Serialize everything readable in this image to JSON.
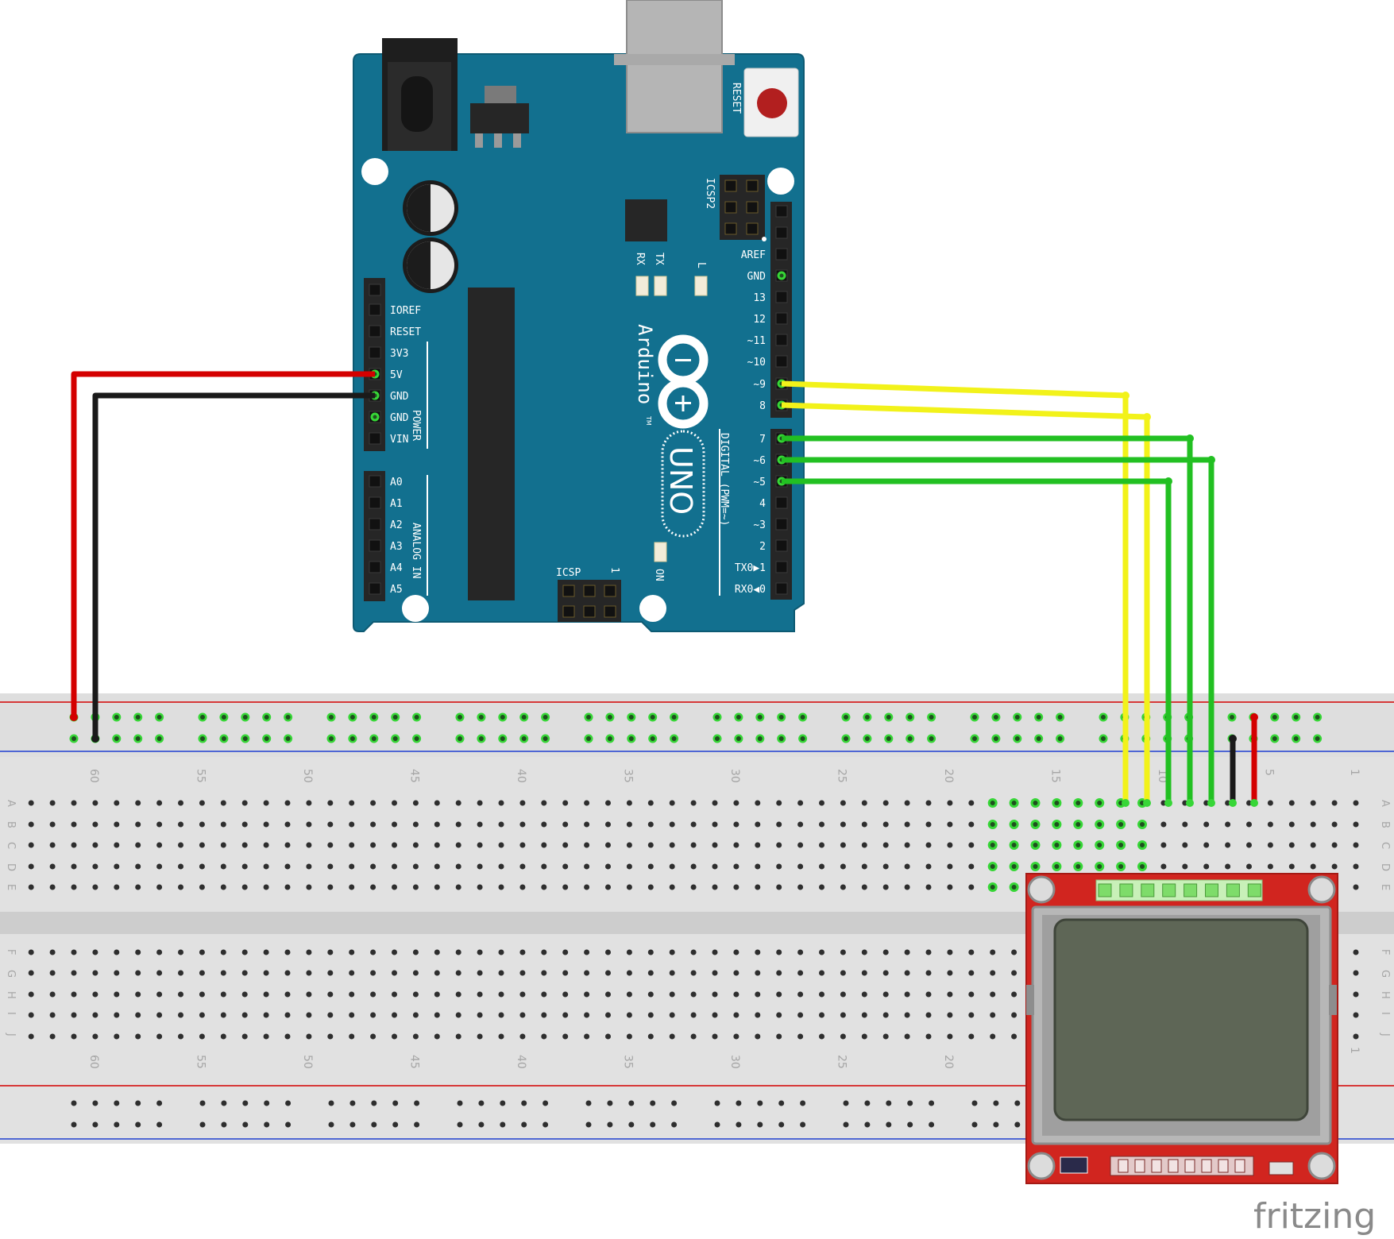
{
  "arduino": {
    "reset_label": "RESET",
    "icsp2_label": "ICSP2",
    "icsp_label": "ICSP",
    "icsp_pin1": "1",
    "tx_label": "TX",
    "rx_label": "RX",
    "l_label": "L",
    "on_label": "ON",
    "brand_label": "Arduino",
    "tm_label": "TM",
    "model_label": "UNO",
    "power_label": "POWER",
    "analog_label": "ANALOG IN",
    "digital_label": "DIGITAL (PWM=~)",
    "power_pins": [
      "IOREF",
      "RESET",
      "3V3",
      "5V",
      "GND",
      "GND",
      "VIN"
    ],
    "analog_pins": [
      "A0",
      "A1",
      "A2",
      "A3",
      "A4",
      "A5"
    ],
    "digital_pins_top": [
      "AREF",
      "GND",
      "13",
      "12",
      "~11",
      "~10",
      "~9",
      "8"
    ],
    "digital_pins_bottom": [
      "7",
      "~6",
      "~5",
      "4",
      "~3",
      "2",
      "TX0▶1",
      "RX0◀0"
    ]
  },
  "breadboard": {
    "row_letters_top": [
      "A",
      "B",
      "C",
      "D",
      "E"
    ],
    "row_letters_bottom": [
      "F",
      "G",
      "H",
      "I",
      "J"
    ],
    "column_numbers": [
      "60",
      "55",
      "50",
      "45",
      "40",
      "35",
      "30",
      "25",
      "20",
      "15",
      "10",
      "5",
      "1"
    ]
  },
  "wires": [
    {
      "name": "5v-wire",
      "from": "5V",
      "to": "power-rail",
      "color": "#d40000"
    },
    {
      "name": "gnd-wire",
      "from": "GND",
      "to": "ground-rail",
      "color": "#1a1a1a"
    },
    {
      "name": "pin9-wire",
      "from": "~9",
      "to": "lcd",
      "color": "#f2f21a"
    },
    {
      "name": "pin8-wire",
      "from": "8",
      "to": "lcd",
      "color": "#f2f21a"
    },
    {
      "name": "pin7-wire",
      "from": "7",
      "to": "lcd",
      "color": "#22c022"
    },
    {
      "name": "pin6-wire",
      "from": "~6",
      "to": "lcd",
      "color": "#22c022"
    },
    {
      "name": "pin5-wire",
      "from": "~5",
      "to": "lcd",
      "color": "#22c022"
    },
    {
      "name": "lcd-gnd-wire",
      "from": "ground-rail",
      "to": "lcd",
      "color": "#1a1a1a"
    },
    {
      "name": "lcd-vcc-wire",
      "from": "power-rail",
      "to": "lcd",
      "color": "#d40000"
    }
  ],
  "colors": {
    "board": "#12708f",
    "breadboard": "#e1e1e1",
    "rail_red": "#d40000",
    "rail_blue": "#1f3fd0",
    "lcd_pcb": "#d1251f",
    "lcd_screen": "#5e6656"
  },
  "logo": "fritzing"
}
